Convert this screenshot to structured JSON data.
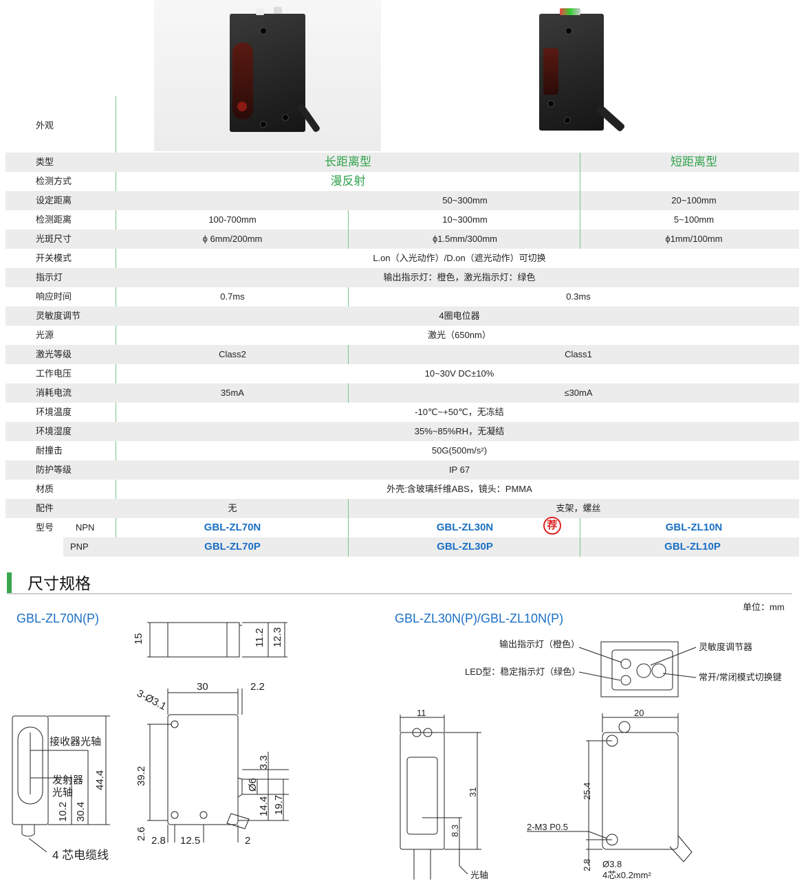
{
  "appearance_label": "外观",
  "table": {
    "type_row": {
      "label": "类型",
      "long": "长距离型",
      "short": "短距离型"
    },
    "method_row": {
      "label": "检测方式",
      "value": "漫反射"
    },
    "set_dist": {
      "label": "设定距离",
      "a": "50~300mm",
      "b": "20~100mm"
    },
    "det_dist": {
      "label": "检测距离",
      "a": "100-700mm",
      "b": "10~300mm",
      "c": "5~100mm"
    },
    "spot": {
      "label": "光斑尺寸",
      "a": "ϕ 6mm/200mm",
      "b": "ϕ1.5mm/300mm",
      "c": "ϕ1mm/100mm"
    },
    "switch": {
      "label": "开关模式",
      "value": "L.on（入光动作）/D.on（遮光动作）可切换"
    },
    "indicator": {
      "label": "指示灯",
      "value": "输出指示灯：橙色，激光指示灯：绿色"
    },
    "response": {
      "label": "响应时间",
      "a": "0.7ms",
      "b": "0.3ms"
    },
    "sensitivity": {
      "label": "灵敏度调节",
      "value": "4圈电位器"
    },
    "light": {
      "label": "光源",
      "value": "激光（650nm）"
    },
    "laser_class": {
      "label": "激光等级",
      "a": "Class2",
      "b": "Class1"
    },
    "voltage": {
      "label": "工作电压",
      "value": "10~30V DC±10%"
    },
    "current": {
      "label": "消耗电流",
      "a": "35mA",
      "b": "≤30mA"
    },
    "temp": {
      "label": "环境温度",
      "value": "-10℃~+50℃，无冻结"
    },
    "humidity": {
      "label": "环境湿度",
      "value": "35%~85%RH，无凝结"
    },
    "shock": {
      "label": "耐撞击",
      "value": "50G(500m/s²)"
    },
    "protection": {
      "label": "防护等级",
      "value": "IP 67"
    },
    "material": {
      "label": "材质",
      "value": "外壳:含玻璃纤维ABS，镜头：PMMA"
    },
    "accessory": {
      "label": "配件",
      "a": "无",
      "b": "支架，螺丝"
    },
    "model": {
      "label": "型号",
      "npn": "NPN",
      "pnp": "PNP",
      "npn_a": "GBL-ZL70N",
      "npn_b": "GBL-ZL30N",
      "npn_c": "GBL-ZL10N",
      "pnp_a": "GBL-ZL70P",
      "pnp_b": "GBL-ZL30P",
      "pnp_c": "GBL-ZL10P"
    },
    "stamp": "荐"
  },
  "section_title": "尺寸规格",
  "unit": "单位：mm",
  "dims_left": {
    "title": "GBL-ZL70N(P)",
    "d15": "15",
    "d11_2": "11.2",
    "d12_3": "12.3",
    "d30": "30",
    "d2_2": "2.2",
    "hole": "3-Ø3.1",
    "d39_2": "39.2",
    "d3_3": "3.3",
    "d6": "Ø6",
    "d14_4": "14.4",
    "d19_7": "19.7",
    "d2_6": "2.6",
    "d2_8": "2.8",
    "d12_5": "12.5",
    "d2": "2",
    "receiver_axis": "接收器光轴",
    "emitter_axis_1": "发射器",
    "emitter_axis_2": "光轴",
    "d44_4": "44.4",
    "d10_2": "10.2",
    "d30_4": "30.4",
    "cable": "4 芯电缆线"
  },
  "dims_right": {
    "title": "GBL-ZL30N(P)/GBL-ZL10N(P)",
    "out_led": "输出指示灯（橙色）",
    "led_type": "LED型：稳定指示灯（绿色）",
    "sens_adj": "灵敏度调节器",
    "mode_sw": "常开/常闭模式切换键",
    "d11": "11",
    "d31": "31",
    "d8_3": "8.3",
    "optical_axis": "光轴",
    "d20": "20",
    "d25_4": "25.4",
    "m3": "2-M3  P0.5",
    "d2_8": "2.8",
    "d3_8": "Ø3.8",
    "wire": "4芯x0.2mm²"
  }
}
